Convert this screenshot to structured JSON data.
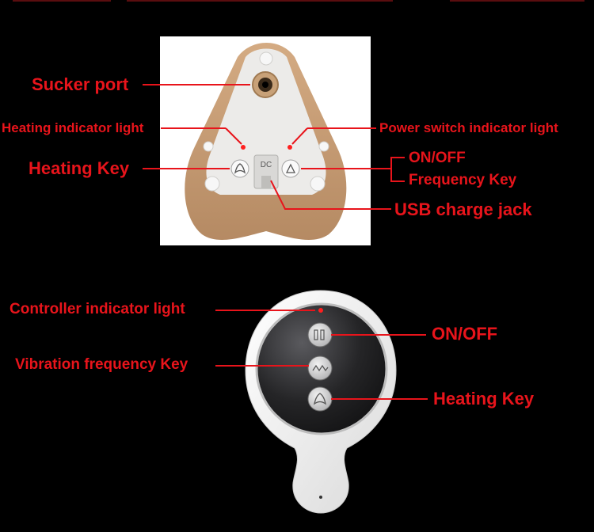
{
  "colors": {
    "label_red": "#e8141b",
    "background": "#000000",
    "skin": "#c9a27a",
    "plate": "#ecebe9",
    "device_white": "#f1f1f1",
    "face_dark": "#2a2a2c",
    "led_red": "#ff1f1f"
  },
  "top_device": {
    "dc_label": "DC",
    "labels": {
      "sucker_port": "Sucker port",
      "heating_indicator": "Heating indicator light",
      "power_indicator": "Power switch indicator light",
      "heating_key": "Heating Key",
      "on_off": "ON/OFF",
      "frequency_key": "Frequency Key",
      "usb_jack": "USB charge jack"
    }
  },
  "controller": {
    "labels": {
      "indicator": "Controller indicator light",
      "on_off": "ON/OFF",
      "vibration_key": "Vibration frequency Key",
      "heating_key": "Heating Key"
    }
  }
}
